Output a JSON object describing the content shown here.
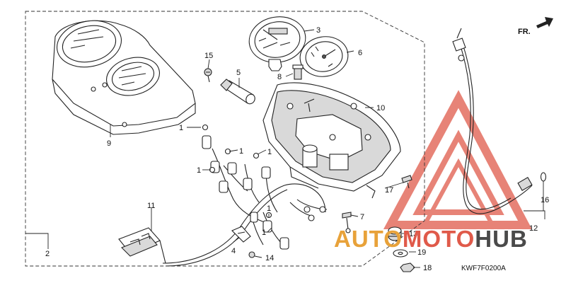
{
  "diagram": {
    "part_numbers": [
      "1",
      "1",
      "1",
      "1",
      "1",
      "1",
      "2",
      "3",
      "4",
      "5",
      "6",
      "7",
      "8",
      "9",
      "10",
      "11",
      "12",
      "13",
      "14",
      "15",
      "16",
      "17",
      "18",
      "19"
    ],
    "diagram_code": "KWF7F0200A",
    "direction_label": "FR."
  },
  "watermark": {
    "part1": "AUTO",
    "part2": "MOTO",
    "part3": "HUB",
    "colors": {
      "part1": "#e8a23a",
      "part2": "#e05a4a",
      "part3": "#4a4a4a",
      "triangle": "#e05a4a"
    }
  }
}
